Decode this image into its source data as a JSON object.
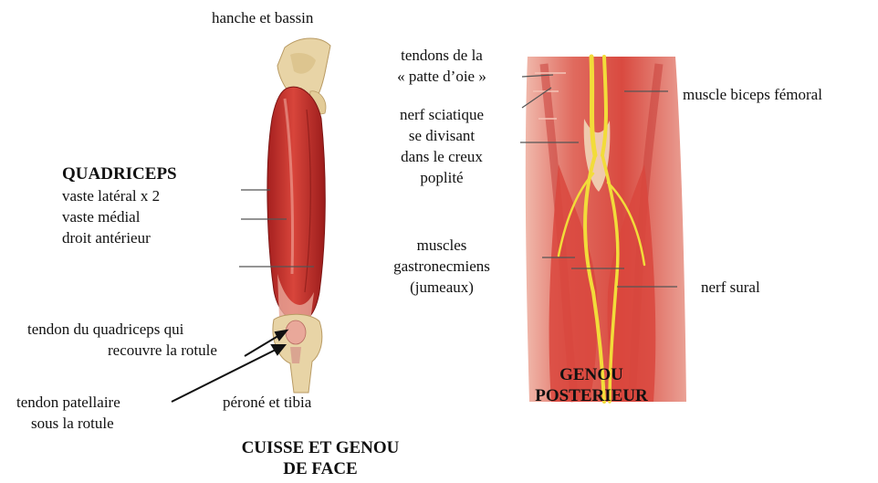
{
  "front": {
    "hip_label": "hanche et bassin",
    "quadriceps_title": "QUADRICEPS",
    "quadriceps_items": [
      "vaste latéral x 2",
      "vaste médial",
      "droit antérieur"
    ],
    "quad_tendon": [
      "tendon du quadriceps qui",
      "recouvre la rotule"
    ],
    "patellar_tendon": [
      "tendon patellaire",
      "sous la rotule"
    ],
    "fibula_tibia": "péroné et tibia",
    "caption": [
      "CUISSE ET GENOU",
      "DE FACE"
    ]
  },
  "back": {
    "pes_anserinus": [
      "tendons de la",
      "« patte d’oie »"
    ],
    "sciatic": [
      "nerf sciatique",
      "se divisant",
      "dans le creux",
      "poplité"
    ],
    "gastrocnemius": [
      "muscles",
      "gastronecmiens",
      "(jumeaux)"
    ],
    "biceps": "muscle biceps fémoral",
    "sural": "nerf sural",
    "caption": [
      "GENOU",
      "POSTERIEUR"
    ]
  },
  "colors": {
    "muscle": "#c8322e",
    "muscle_light": "#e59a8e",
    "bone": "#e9d6a8",
    "nerve": "#f2dc3a",
    "leader": "#555555"
  }
}
